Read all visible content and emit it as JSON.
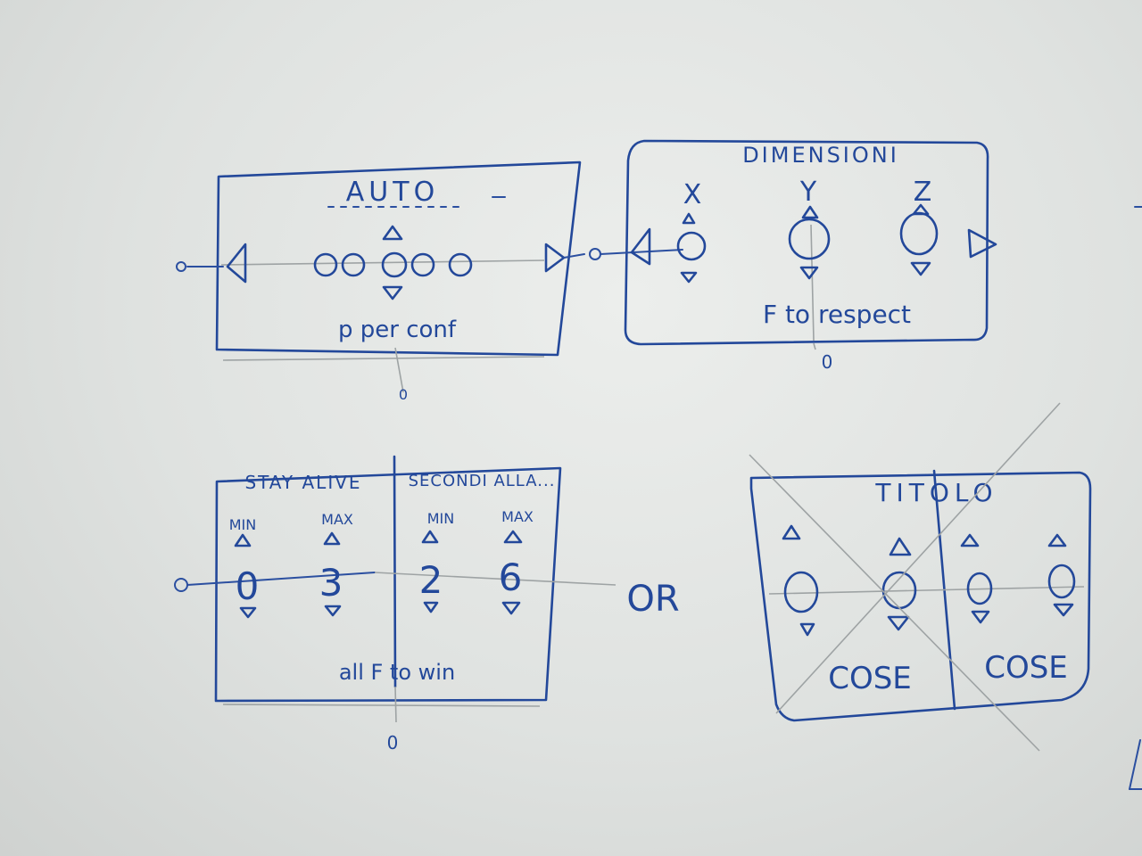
{
  "sketch1": {
    "title": "AUTO",
    "footer": "p per conf",
    "end_mark": "0"
  },
  "sketch2": {
    "title": "DIMENSIONI",
    "axes": [
      "X",
      "Y",
      "Z"
    ],
    "footer": "F to respect",
    "end_mark": "0"
  },
  "sketch3": {
    "left_title": "STAY ALIVE",
    "right_title": "SECONDI ALLA...",
    "col_labels": [
      "MIN",
      "MAX",
      "MIN",
      "MAX"
    ],
    "values": [
      "0",
      "3",
      "2",
      "6"
    ],
    "footer": "all F to win",
    "end_mark": "0"
  },
  "or_label": "OR",
  "sketch4": {
    "title": "TITOLO",
    "footers": [
      "COSE",
      "COSE"
    ],
    "crossed_out": true
  },
  "colors": {
    "ink": "#23489a",
    "board": "#e4e6e4",
    "pencil": "#9ea3a4"
  }
}
